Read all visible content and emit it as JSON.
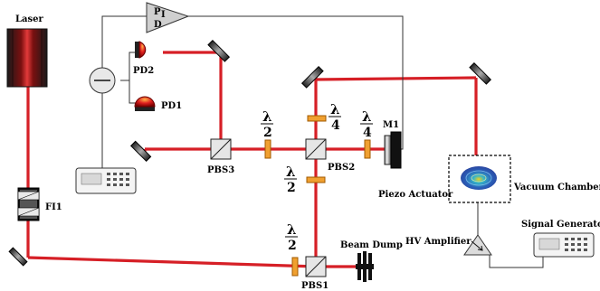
{
  "labels": {
    "laser": "Laser",
    "pd_line1": "P",
    "pd_line2": "I",
    "pd_line3": "D",
    "pd1": "PD1",
    "pd2": "PD2",
    "pbs1": "PBS1",
    "pbs2": "PBS2",
    "pbs3": "PBS3",
    "fi1": "FI1",
    "m1": "M1",
    "beam_dump": "Beam Dump",
    "hv_amplifier": "HV Amplifier",
    "signal_generator": "Signal Generator",
    "vacuum_chamber": "Vacuum Chamber",
    "piezo_actuator": "Piezo Actuator"
  },
  "waveplates": {
    "symbol": "λ",
    "half": "2",
    "quarter": "4"
  },
  "colors": {
    "beam": "#d61f26",
    "wire": "#333333",
    "detector": "#d41c1c"
  }
}
